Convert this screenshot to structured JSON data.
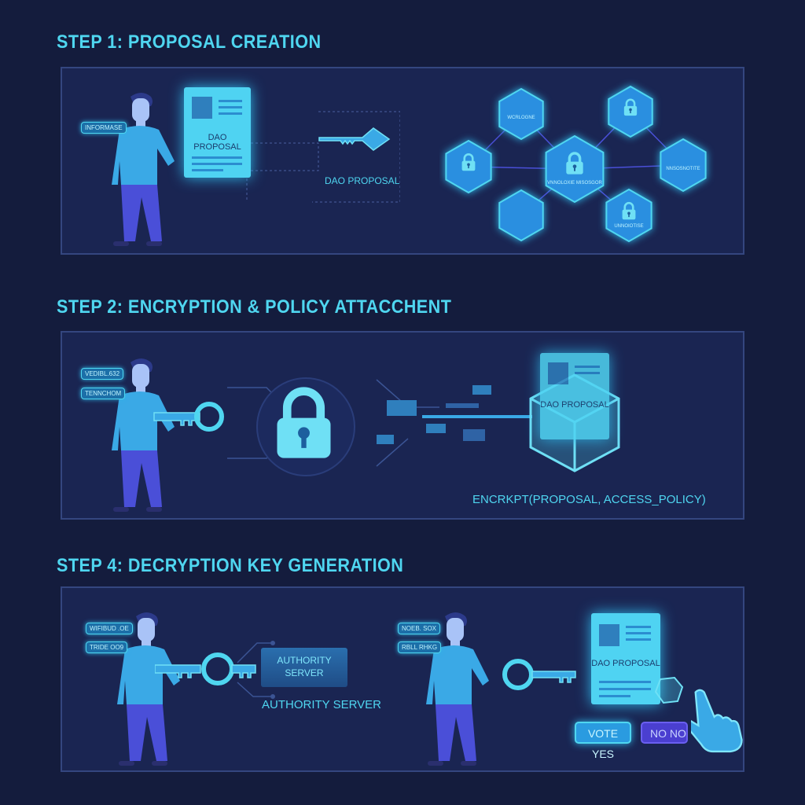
{
  "colors": {
    "background": "#141c3d",
    "panel": "#1a2552",
    "accent": "#4fd6f0",
    "shirt": "#3aa9e6",
    "pants": "#4a4fd8"
  },
  "steps": [
    {
      "title": "STEP 1: PROPOSAL CREATION",
      "person_tag": "INFORMASE",
      "document_title": "DAO PROPOSAL",
      "key_label": "DAO PROPOSAL",
      "network_nodes": [
        "WCRLOGNE",
        "VNNOLOXIE MISOSGOR",
        "NNSOSNOTITE",
        "UNNOIOTISE"
      ]
    },
    {
      "title": "STEP 2: ENCRYPTION & POLICY ATTACCHENT",
      "person_tags": [
        "VEDIBL.632",
        "TENNCHOM"
      ],
      "document_title": "DAO PROPOSAL",
      "formula": "ENCRKPT(PROPOSAL, ACCESS_POLICY)"
    },
    {
      "title": "STEP 4: DECRYPTION KEY GENERATION",
      "left_person_tags": [
        "WIFIBUD .OE",
        "TRIDE OO9"
      ],
      "server_box": "AUTHORITY SERVER",
      "server_label": "AUTHORITY SERVER",
      "right_person_tags": [
        "NOEB. SOX",
        "RBLL RHKG"
      ],
      "document_title": "DAO PROPOSAL",
      "vote_yes": "VOTE YES",
      "vote_no": "NO NO"
    }
  ]
}
